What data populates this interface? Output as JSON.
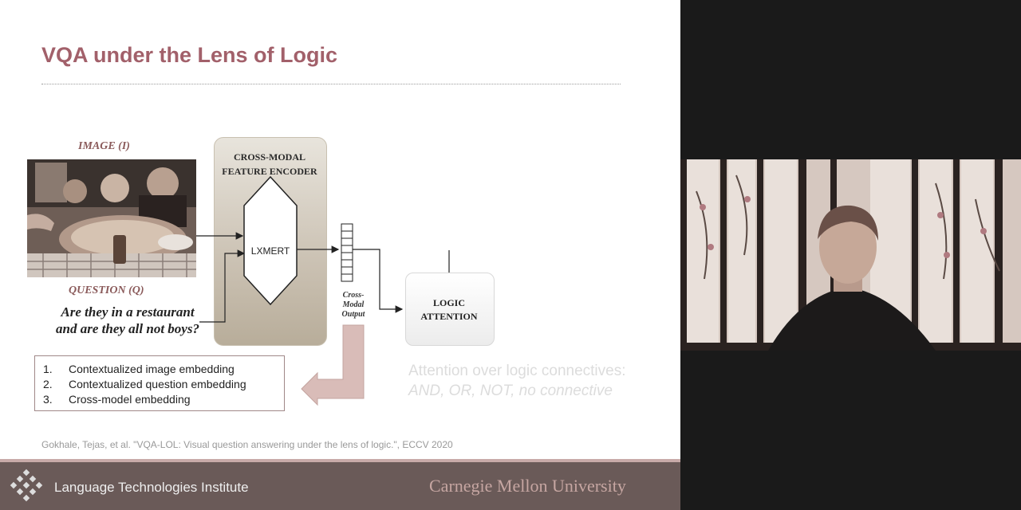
{
  "slide": {
    "title": "VQA under the Lens of Logic",
    "image_label": "IMAGE (I)",
    "question_label": "QUESTION (Q)",
    "question_text": "Are they in a restaurant\nand are they all not boys?",
    "encoder_title": "CROSS-MODAL\nFEATURE ENCODER",
    "lxmert_label": "LXMERT",
    "cross_modal_label": "Cross-\nModal\nOutput",
    "logic_label": "LOGIC\nATTENTION",
    "list": [
      {
        "num": "1.",
        "text": "Contextualized image embedding"
      },
      {
        "num": "2.",
        "text": "Contextualized question embedding"
      },
      {
        "num": "3.",
        "text": "Cross-model embedding"
      }
    ],
    "attention_line1": "Attention over logic connectives:",
    "attention_line2": "AND, OR, NOT, no connective",
    "citation": "Gokhale, Tejas, et al. \"VQA-LOL: Visual question answering under the lens of logic.\", ECCV 2020"
  },
  "footer": {
    "institute": "Language Technologies Institute",
    "university": "Carnegie Mellon University"
  },
  "colors": {
    "title": "#a2606a",
    "footer_bg": "#6a5a58",
    "footer_accent": "#c8aaa8"
  }
}
